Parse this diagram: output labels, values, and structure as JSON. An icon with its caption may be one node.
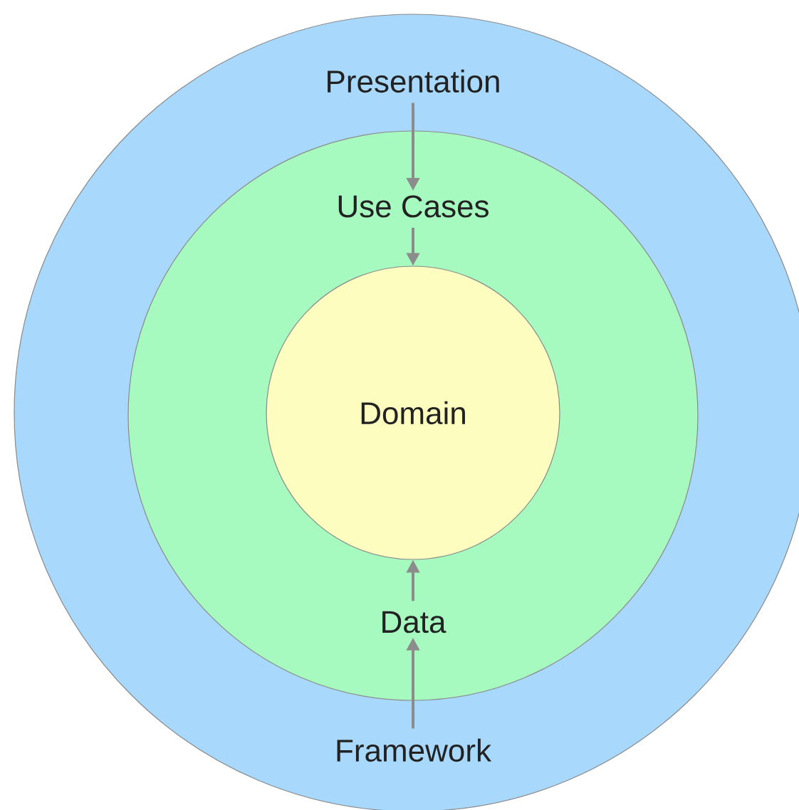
{
  "diagram": {
    "nodes": [
      {
        "text": [],
        "shape": "circle"
      },
      {
        "text": [
          "Presentation"
        ],
        "in": 0
      },
      {
        "text": [],
        "shape": "circle",
        "in": 0
      },
      {
        "text": [
          "Use Cases"
        ],
        "in": 2
      },
      {
        "text": [
          "Domain"
        ],
        "in": 2
      },
      {
        "text": [
          "Data"
        ],
        "in": 2
      },
      {
        "text": [
          "Framework"
        ],
        "in": 0
      }
    ],
    "edges": [
      {
        "from": 1,
        "to": 3,
        "arrow": "to"
      },
      {
        "from": 3,
        "to": 4,
        "arrow": "to"
      },
      {
        "from": 5,
        "to": 4,
        "arrow": "to"
      },
      {
        "from": 6,
        "to": 5,
        "arrow": "to"
      }
    ]
  }
}
